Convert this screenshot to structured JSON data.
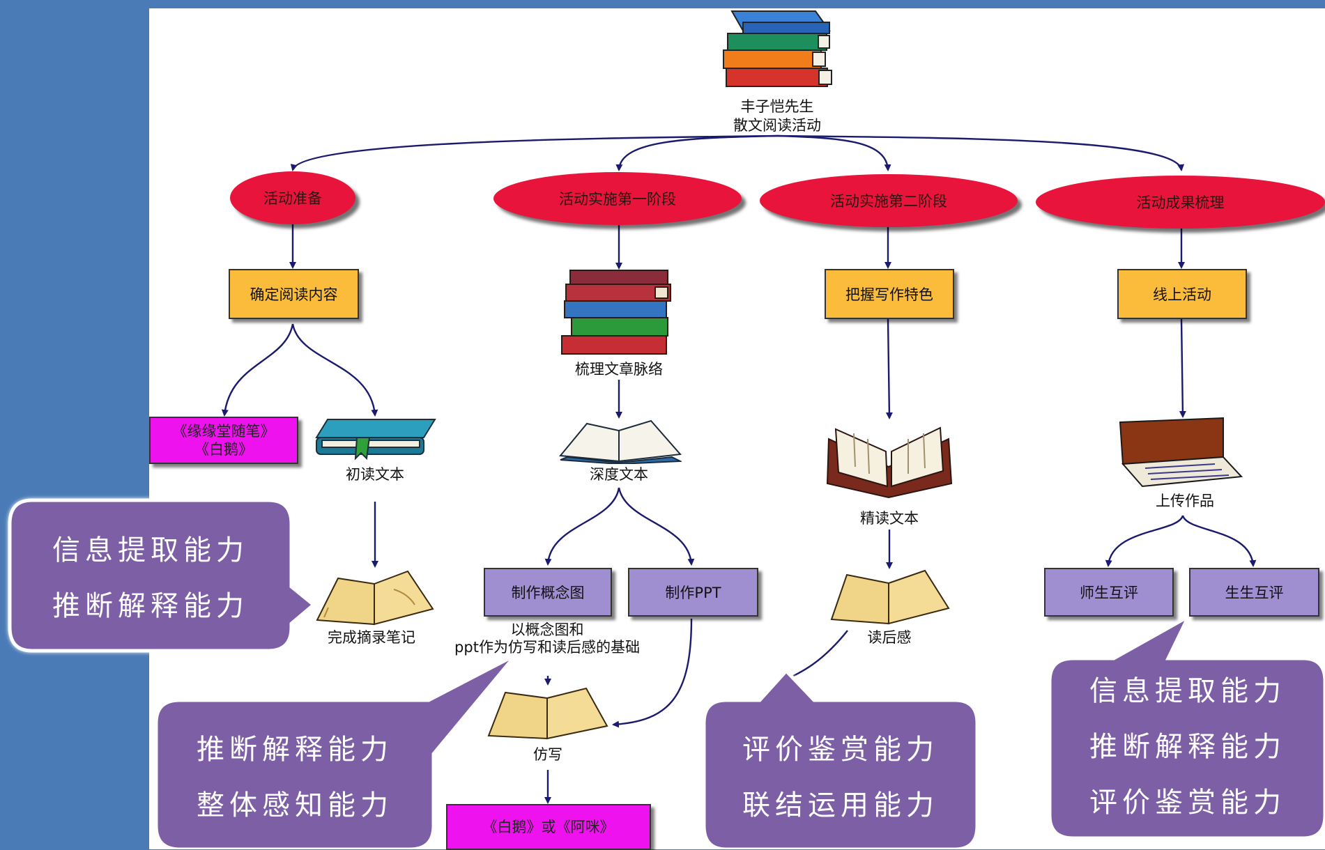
{
  "root": {
    "line1": "丰子恺先生",
    "line2": "散文阅读活动"
  },
  "phases": [
    {
      "label": "活动准备"
    },
    {
      "label": "活动实施第一阶段"
    },
    {
      "label": "活动实施第二阶段"
    },
    {
      "label": "活动成果梳理"
    }
  ],
  "boxes": {
    "confirm_content": "确定阅读内容",
    "grasp_features": "把握写作特色",
    "online_activity": "线上活动",
    "books_line1": "《缘缘堂随笔》",
    "books_line2": "《白鹅》",
    "concept_map": "制作概念图",
    "make_ppt": "制作PPT",
    "teacher_student_review": "师生互评",
    "student_student_review": "生生互评",
    "final_books": "《白鹅》或《阿咪》"
  },
  "labels": {
    "first_read": "初读文本",
    "excerpt_notes": "完成摘录笔记",
    "sort_context": "梳理文章脉络",
    "deep_text": "深度文本",
    "basis_line1": "以概念图和",
    "basis_line2": "ppt作为仿写和读后感的基础",
    "imitation": "仿写",
    "close_read": "精读文本",
    "reflection": "读后感",
    "upload_works": "上传作品"
  },
  "callouts": [
    {
      "lines": [
        "信息提取能力",
        "推断解释能力"
      ]
    },
    {
      "lines": [
        "推断解释能力",
        "整体感知能力"
      ]
    },
    {
      "lines": [
        "评价鉴赏能力",
        "联结运用能力"
      ]
    },
    {
      "lines": [
        "信息提取能力",
        "推断解释能力",
        "评价鉴赏能力"
      ]
    }
  ],
  "colors": {
    "background": "#4a7bb6",
    "phase_ellipse": "#e8143c",
    "orange_box": "#fbbc3c",
    "purple_box": "#9f8fd0",
    "magenta_box": "#ee12ee",
    "callout": "#7d5fa6",
    "arrow": "#1a1a6e"
  }
}
